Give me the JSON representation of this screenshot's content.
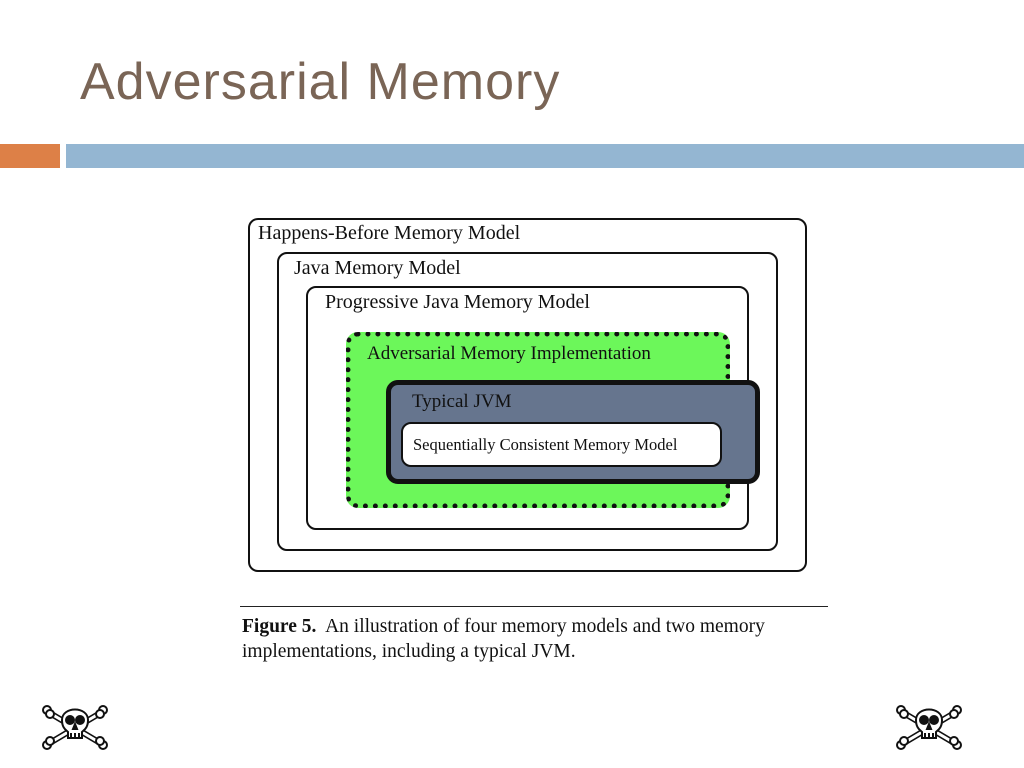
{
  "slide": {
    "title": "Adversarial Memory"
  },
  "diagram": {
    "boxes": [
      {
        "id": "happens-before",
        "label": "Happens-Before Memory Model"
      },
      {
        "id": "java-memory-model",
        "label": "Java Memory Model"
      },
      {
        "id": "progressive-jmm",
        "label": "Progressive Java Memory Model"
      },
      {
        "id": "adversarial-impl",
        "label": "Adversarial Memory Implementation",
        "fill": "#6cf75a"
      },
      {
        "id": "typical-jvm",
        "label": "Typical JVM",
        "fill": "#66758e"
      },
      {
        "id": "sequentially-consistent",
        "label": "Sequentially Consistent Memory Model"
      }
    ]
  },
  "caption": {
    "label": "Figure 5.",
    "text": "An illustration of four memory models and two memory implementations, including a typical JVM."
  },
  "decorations": {
    "left_icon": "skull-crossbones-icon",
    "right_icon": "skull-crossbones-icon"
  },
  "colors": {
    "title": "#7a6556",
    "accent_orange": "#dd8047",
    "accent_blue": "#94b6d2"
  }
}
